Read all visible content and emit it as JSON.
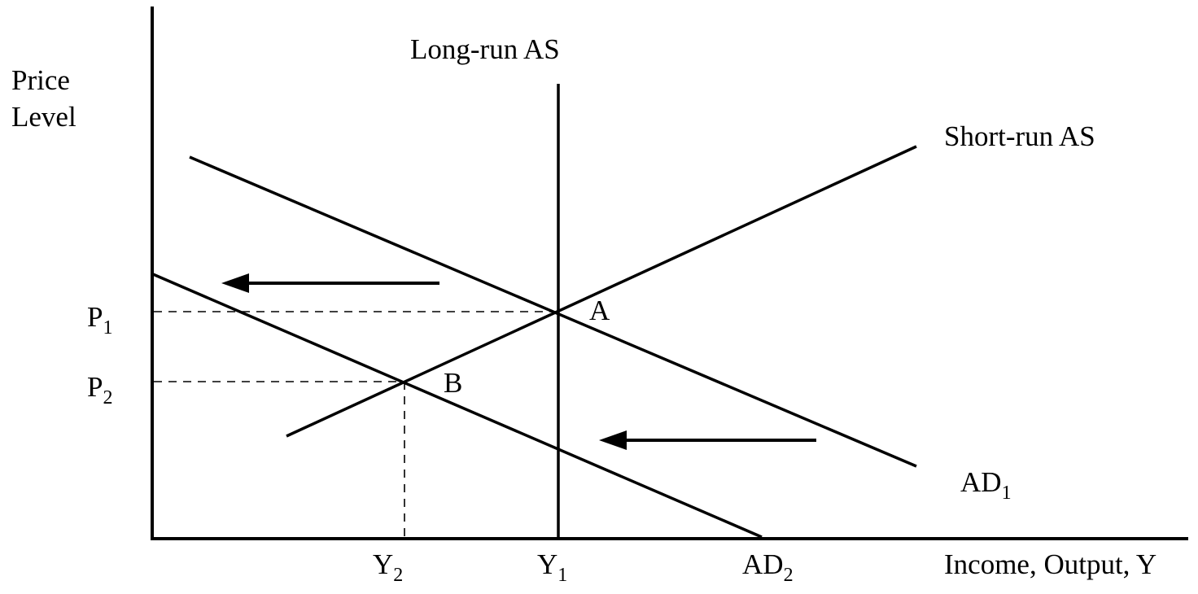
{
  "labels": {
    "y_axis_line1": "Price",
    "y_axis_line2": "Level",
    "x_axis": "Income, Output, Y",
    "long_run_as": "Long-run AS",
    "short_run_as": "Short-run AS",
    "point_a": "A",
    "point_b": "B",
    "p1": {
      "main": "P",
      "sub": "1"
    },
    "p2": {
      "main": "P",
      "sub": "2"
    },
    "y1": {
      "main": "Y",
      "sub": "1"
    },
    "y2": {
      "main": "Y",
      "sub": "2"
    },
    "ad1": {
      "main": "AD",
      "sub": "1"
    },
    "ad2": {
      "main": "AD",
      "sub": "2"
    }
  }
}
